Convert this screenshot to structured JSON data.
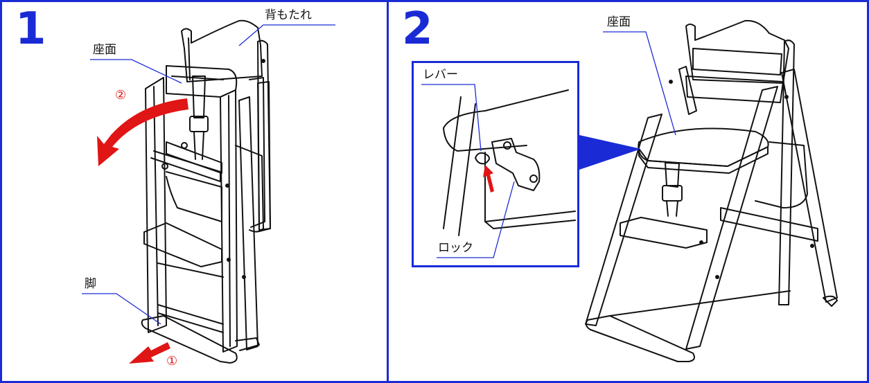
{
  "colors": {
    "frame": "#1a2bd6",
    "arrow": "#e01515",
    "leader": "#1a2bd6",
    "line": "#111111"
  },
  "panel1": {
    "step": "1",
    "labels": {
      "backrest": "背もたれ",
      "seat": "座面",
      "leg": "脚"
    },
    "step_marks": {
      "first": "①",
      "second": "②"
    }
  },
  "panel2": {
    "step": "2",
    "labels": {
      "seat": "座面",
      "lever": "レバー",
      "lock": "ロック"
    }
  }
}
